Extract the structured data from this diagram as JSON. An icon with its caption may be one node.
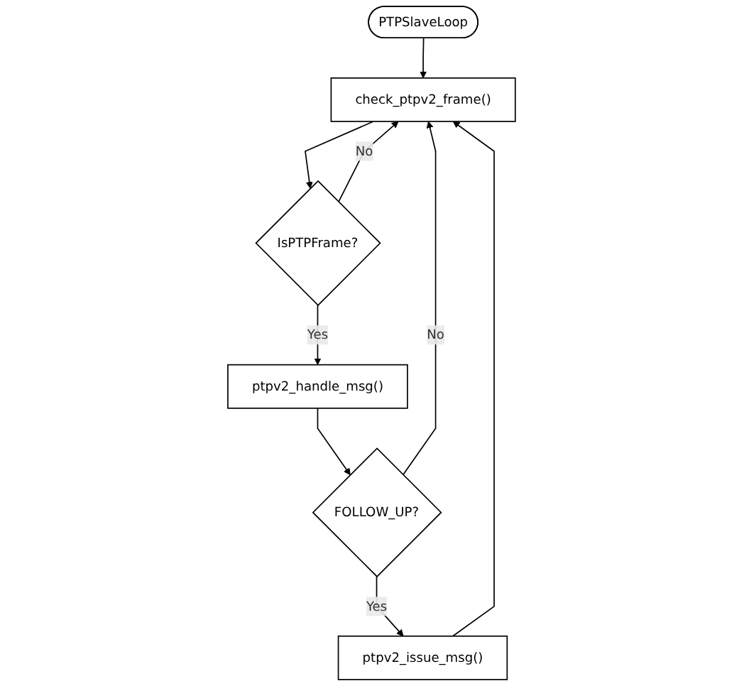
{
  "diagram": {
    "nodes": [
      {
        "text": [
          "PTPSlaveLoop"
        ]
      },
      {
        "text": [
          "check_ptpv2_frame()"
        ]
      },
      {
        "text": [
          "IsPTPFrame?"
        ]
      },
      {
        "text": [
          "ptpv2_handle_msg()"
        ]
      },
      {
        "text": [
          "FOLLOW_UP?"
        ]
      },
      {
        "text": [
          "ptpv2_issue_msg()"
        ]
      }
    ],
    "edges": [
      {
        "from": 0,
        "to": 1,
        "arrow": "to"
      },
      {
        "from": 1,
        "to": 2,
        "arrow": "to"
      },
      {
        "from": 2,
        "to": 1,
        "arrow": "to",
        "label": "No"
      },
      {
        "from": 2,
        "to": 3,
        "arrow": "to",
        "label": "Yes"
      },
      {
        "from": 3,
        "to": 4,
        "arrow": "to"
      },
      {
        "from": 4,
        "to": 1,
        "arrow": "to",
        "label": "No"
      },
      {
        "from": 4,
        "to": 5,
        "arrow": "to",
        "label": "Yes"
      },
      {
        "from": 5,
        "to": 1,
        "arrow": "to"
      }
    ]
  }
}
